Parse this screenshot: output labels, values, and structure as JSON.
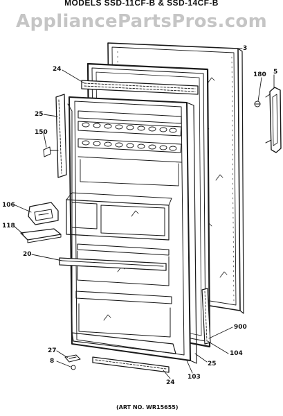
{
  "header": {
    "title": "MODELS SSD-11CF-B & SSD-14CF-B",
    "watermark": "AppliancePartsPros.com"
  },
  "callouts": {
    "p3": "3",
    "p24_top": "24",
    "p180": "180",
    "p5": "5",
    "p25_left": "25",
    "p150": "150",
    "p106": "106",
    "p118": "118",
    "p20": "20",
    "p900": "900",
    "p104": "104",
    "p27": "27",
    "p8": "8",
    "p25_bottom": "25",
    "p24_bottom": "24",
    "p103": "103"
  },
  "footer": {
    "art_no": "(ART NO. WR15655)"
  }
}
